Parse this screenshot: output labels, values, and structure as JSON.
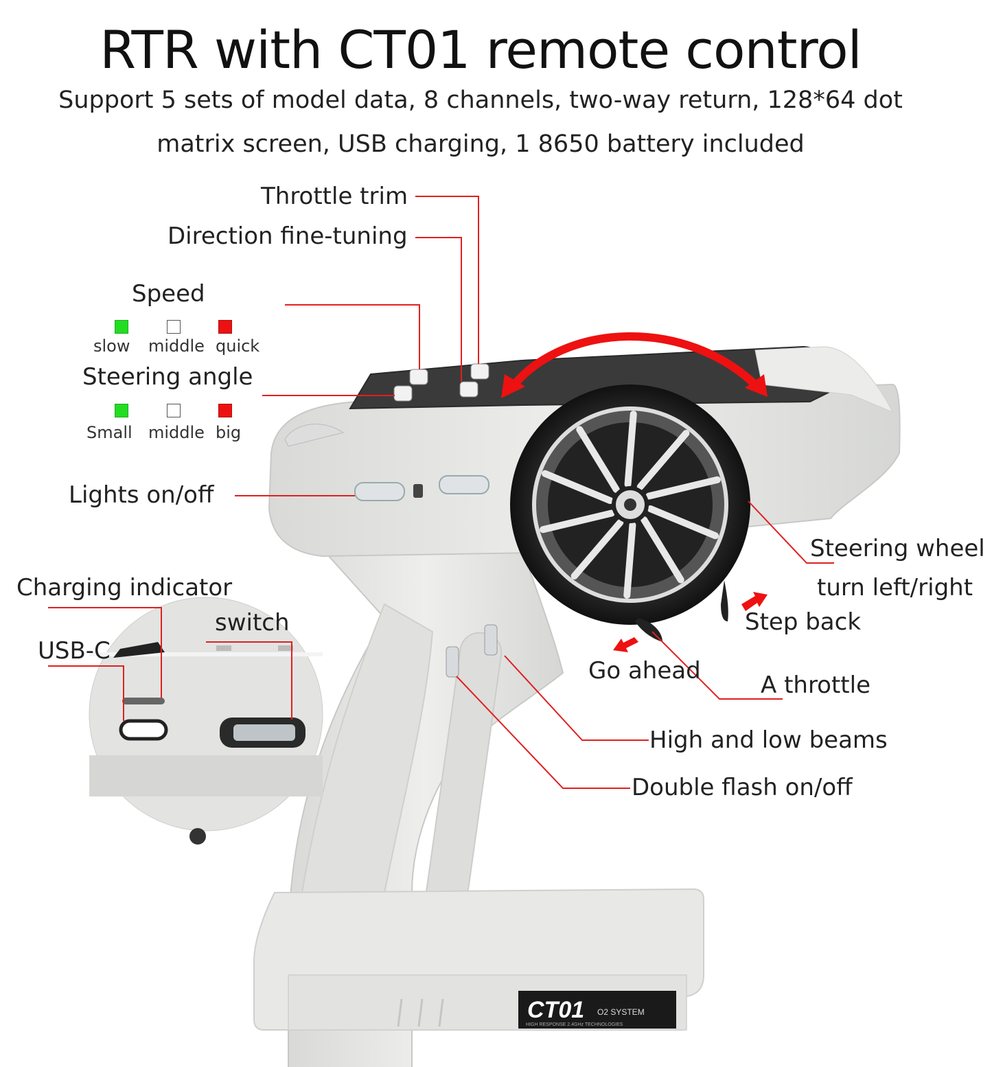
{
  "title": "RTR with CT01 remote control",
  "subtitle_line1": "Support 5 sets of model data, 8 channels, two-way return, 128*64 dot",
  "subtitle_line2": "matrix screen, USB charging, 1 8650 battery included",
  "callouts": {
    "throttle_trim": "Throttle trim",
    "direction_fine_tuning": "Direction fine-tuning",
    "speed": "Speed",
    "steering_angle": "Steering angle",
    "lights": "Lights on/off",
    "charging_indicator": "Charging indicator",
    "switch": "switch",
    "usb_c": "USB-C",
    "steering_wheel": "Steering wheel",
    "turn": "turn left/right",
    "step_back": "Step back",
    "go_ahead": "Go ahead",
    "a_throttle": "A throttle",
    "high_low_beams": "High and low beams",
    "double_flash": "Double flash on/off"
  },
  "speed_levels": [
    {
      "label": "slow",
      "color": "green"
    },
    {
      "label": "middle",
      "color": "white"
    },
    {
      "label": "quick",
      "color": "red"
    }
  ],
  "angle_levels": [
    {
      "label": "Small",
      "color": "green"
    },
    {
      "label": "middle",
      "color": "white"
    },
    {
      "label": "big",
      "color": "red"
    }
  ],
  "product_badge": {
    "logo": "CT01",
    "system": "O2 SYSTEM",
    "tagline": "HIGH RESPONSE 2.4GHz TECHNOLOGIES"
  },
  "colors": {
    "leader_line": "#e02020",
    "body": "#e6e7e5",
    "accent_green": "#22dd22",
    "accent_red": "#ee1111"
  }
}
